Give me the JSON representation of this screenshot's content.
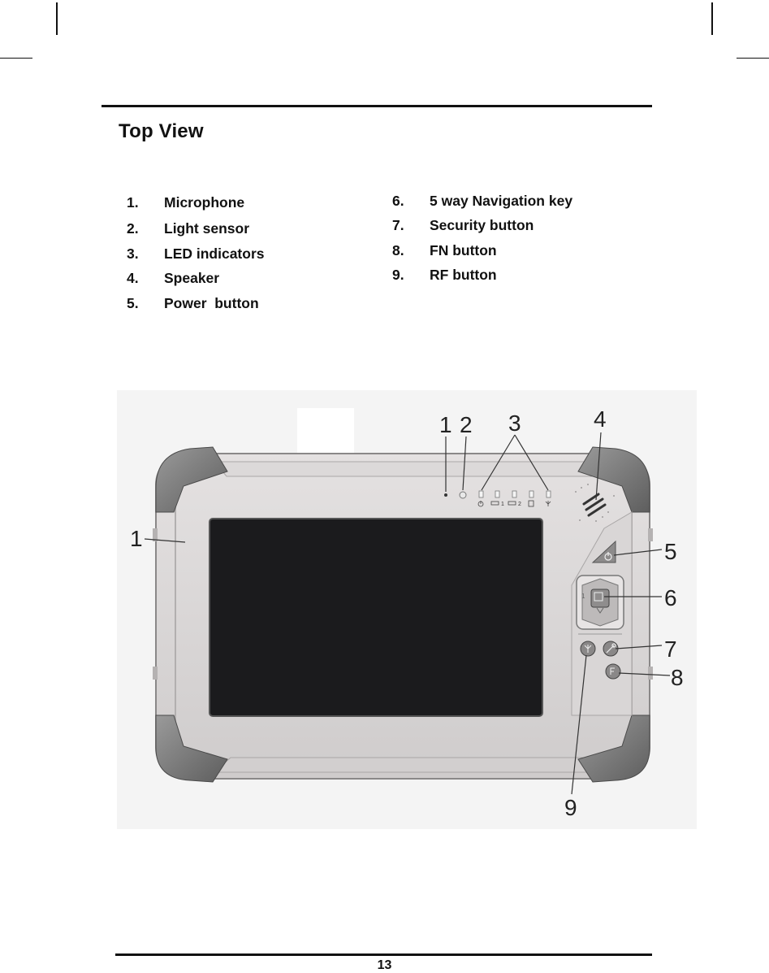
{
  "page": {
    "title": "Top View",
    "page_number": "13"
  },
  "left_list": [
    {
      "num": "1.",
      "label": "Microphone"
    },
    {
      "num": "2.",
      "label": "Light sensor"
    },
    {
      "num": "3.",
      "label": "LED indicators"
    },
    {
      "num": "4.",
      "label": "Speaker"
    },
    {
      "num": "5.",
      "label": "Power  button"
    }
  ],
  "right_list": [
    {
      "num": "6.",
      "label": "5 way Navigation key"
    },
    {
      "num": "7.",
      "label": "Security button"
    },
    {
      "num": "8.",
      "label": "FN button"
    },
    {
      "num": "9.",
      "label": "RF button"
    }
  ],
  "figure": {
    "callouts": {
      "c1_top": "1",
      "c2": "2",
      "c3": "3",
      "c4": "4",
      "c1_left": "1",
      "c5": "5",
      "c6": "6",
      "c7": "7",
      "c8": "8",
      "c9": "9"
    },
    "led_labels": {
      "batt1": "1",
      "batt2": "2"
    },
    "colors": {
      "body": "#d6d3d3",
      "bumper": "#7d7d7d",
      "screen": "#1b1b1d"
    }
  }
}
